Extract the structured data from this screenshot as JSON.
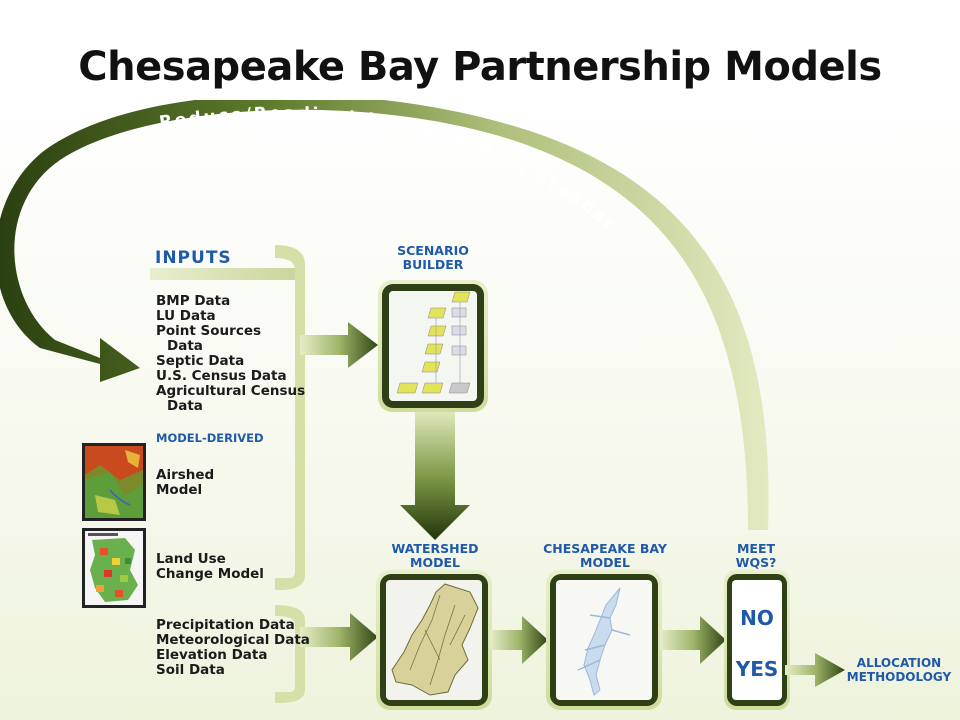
{
  "title": "Chesapeake Bay Partnership Models",
  "feedback_loop": {
    "label": "Reduce/Readjust Loads to Meet Standards"
  },
  "inputs": {
    "heading": "INPUTS",
    "items": [
      "BMP Data",
      "LU Data",
      "Point Sources",
      "Data",
      "Septic Data",
      "U.S. Census Data",
      "Agricultural Census",
      "Data"
    ],
    "model_derived_heading": "MODEL-DERIVED",
    "airshed": [
      "Airshed",
      "Model"
    ],
    "land_use": [
      "Land Use",
      "Change Model"
    ]
  },
  "lower_inputs": [
    "Precipitation Data",
    "Meteorological Data",
    "Elevation Data",
    "Soil Data"
  ],
  "scenario_builder": [
    "SCENARIO",
    "BUILDER"
  ],
  "watershed_model": [
    "WATERSHED",
    "MODEL"
  ],
  "bay_model": [
    "CHESAPEAKE BAY",
    "MODEL"
  ],
  "meet_wqs": [
    "MEET",
    "WQS?"
  ],
  "decision": {
    "no": "NO",
    "yes": "YES"
  },
  "allocation": [
    "ALLOCATION",
    "METHODOLOGY"
  ],
  "colors": {
    "arrow_dark": "#2e4514",
    "arrow_light": "#dfe8b8",
    "label_blue": "#1f5aa8",
    "frame_dark": "#2f4016"
  }
}
